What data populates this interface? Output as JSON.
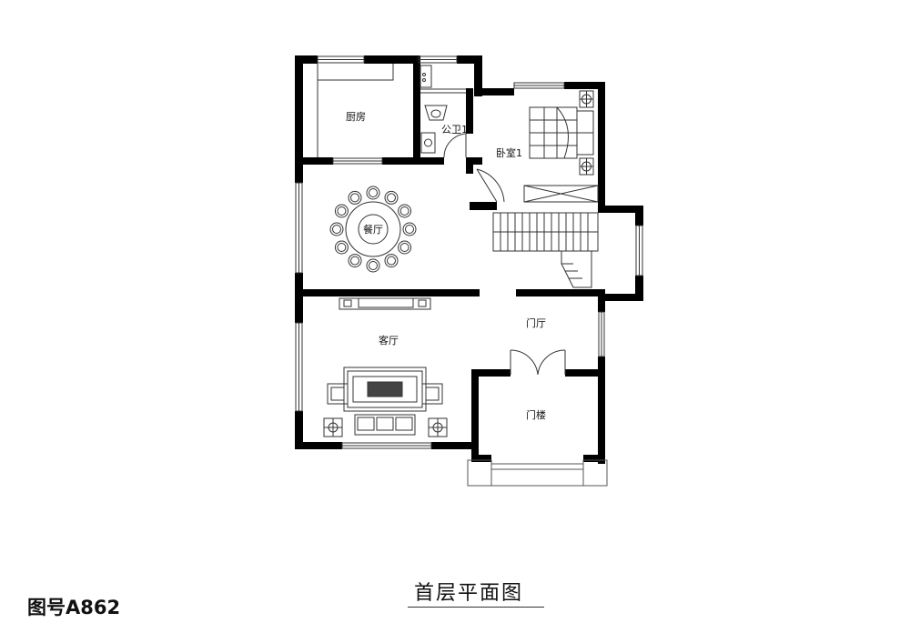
{
  "rooms": {
    "kitchen": "厨房",
    "toilet": "公卫1",
    "bedroom": "卧室1",
    "dining": "餐厅",
    "dining_table": "餐厅",
    "living": "客厅",
    "foyer": "门厅",
    "entrance": "门楼"
  },
  "drawing_title": "首层平面图",
  "drawing_number": "图号A862",
  "colors": {
    "wall": "#000000",
    "line": "#333333",
    "background": "#ffffff"
  },
  "icons": [
    "chair-icon",
    "sofa-icon",
    "bed-icon",
    "toilet-icon",
    "sink-icon",
    "lamp-icon",
    "stairs-icon"
  ]
}
